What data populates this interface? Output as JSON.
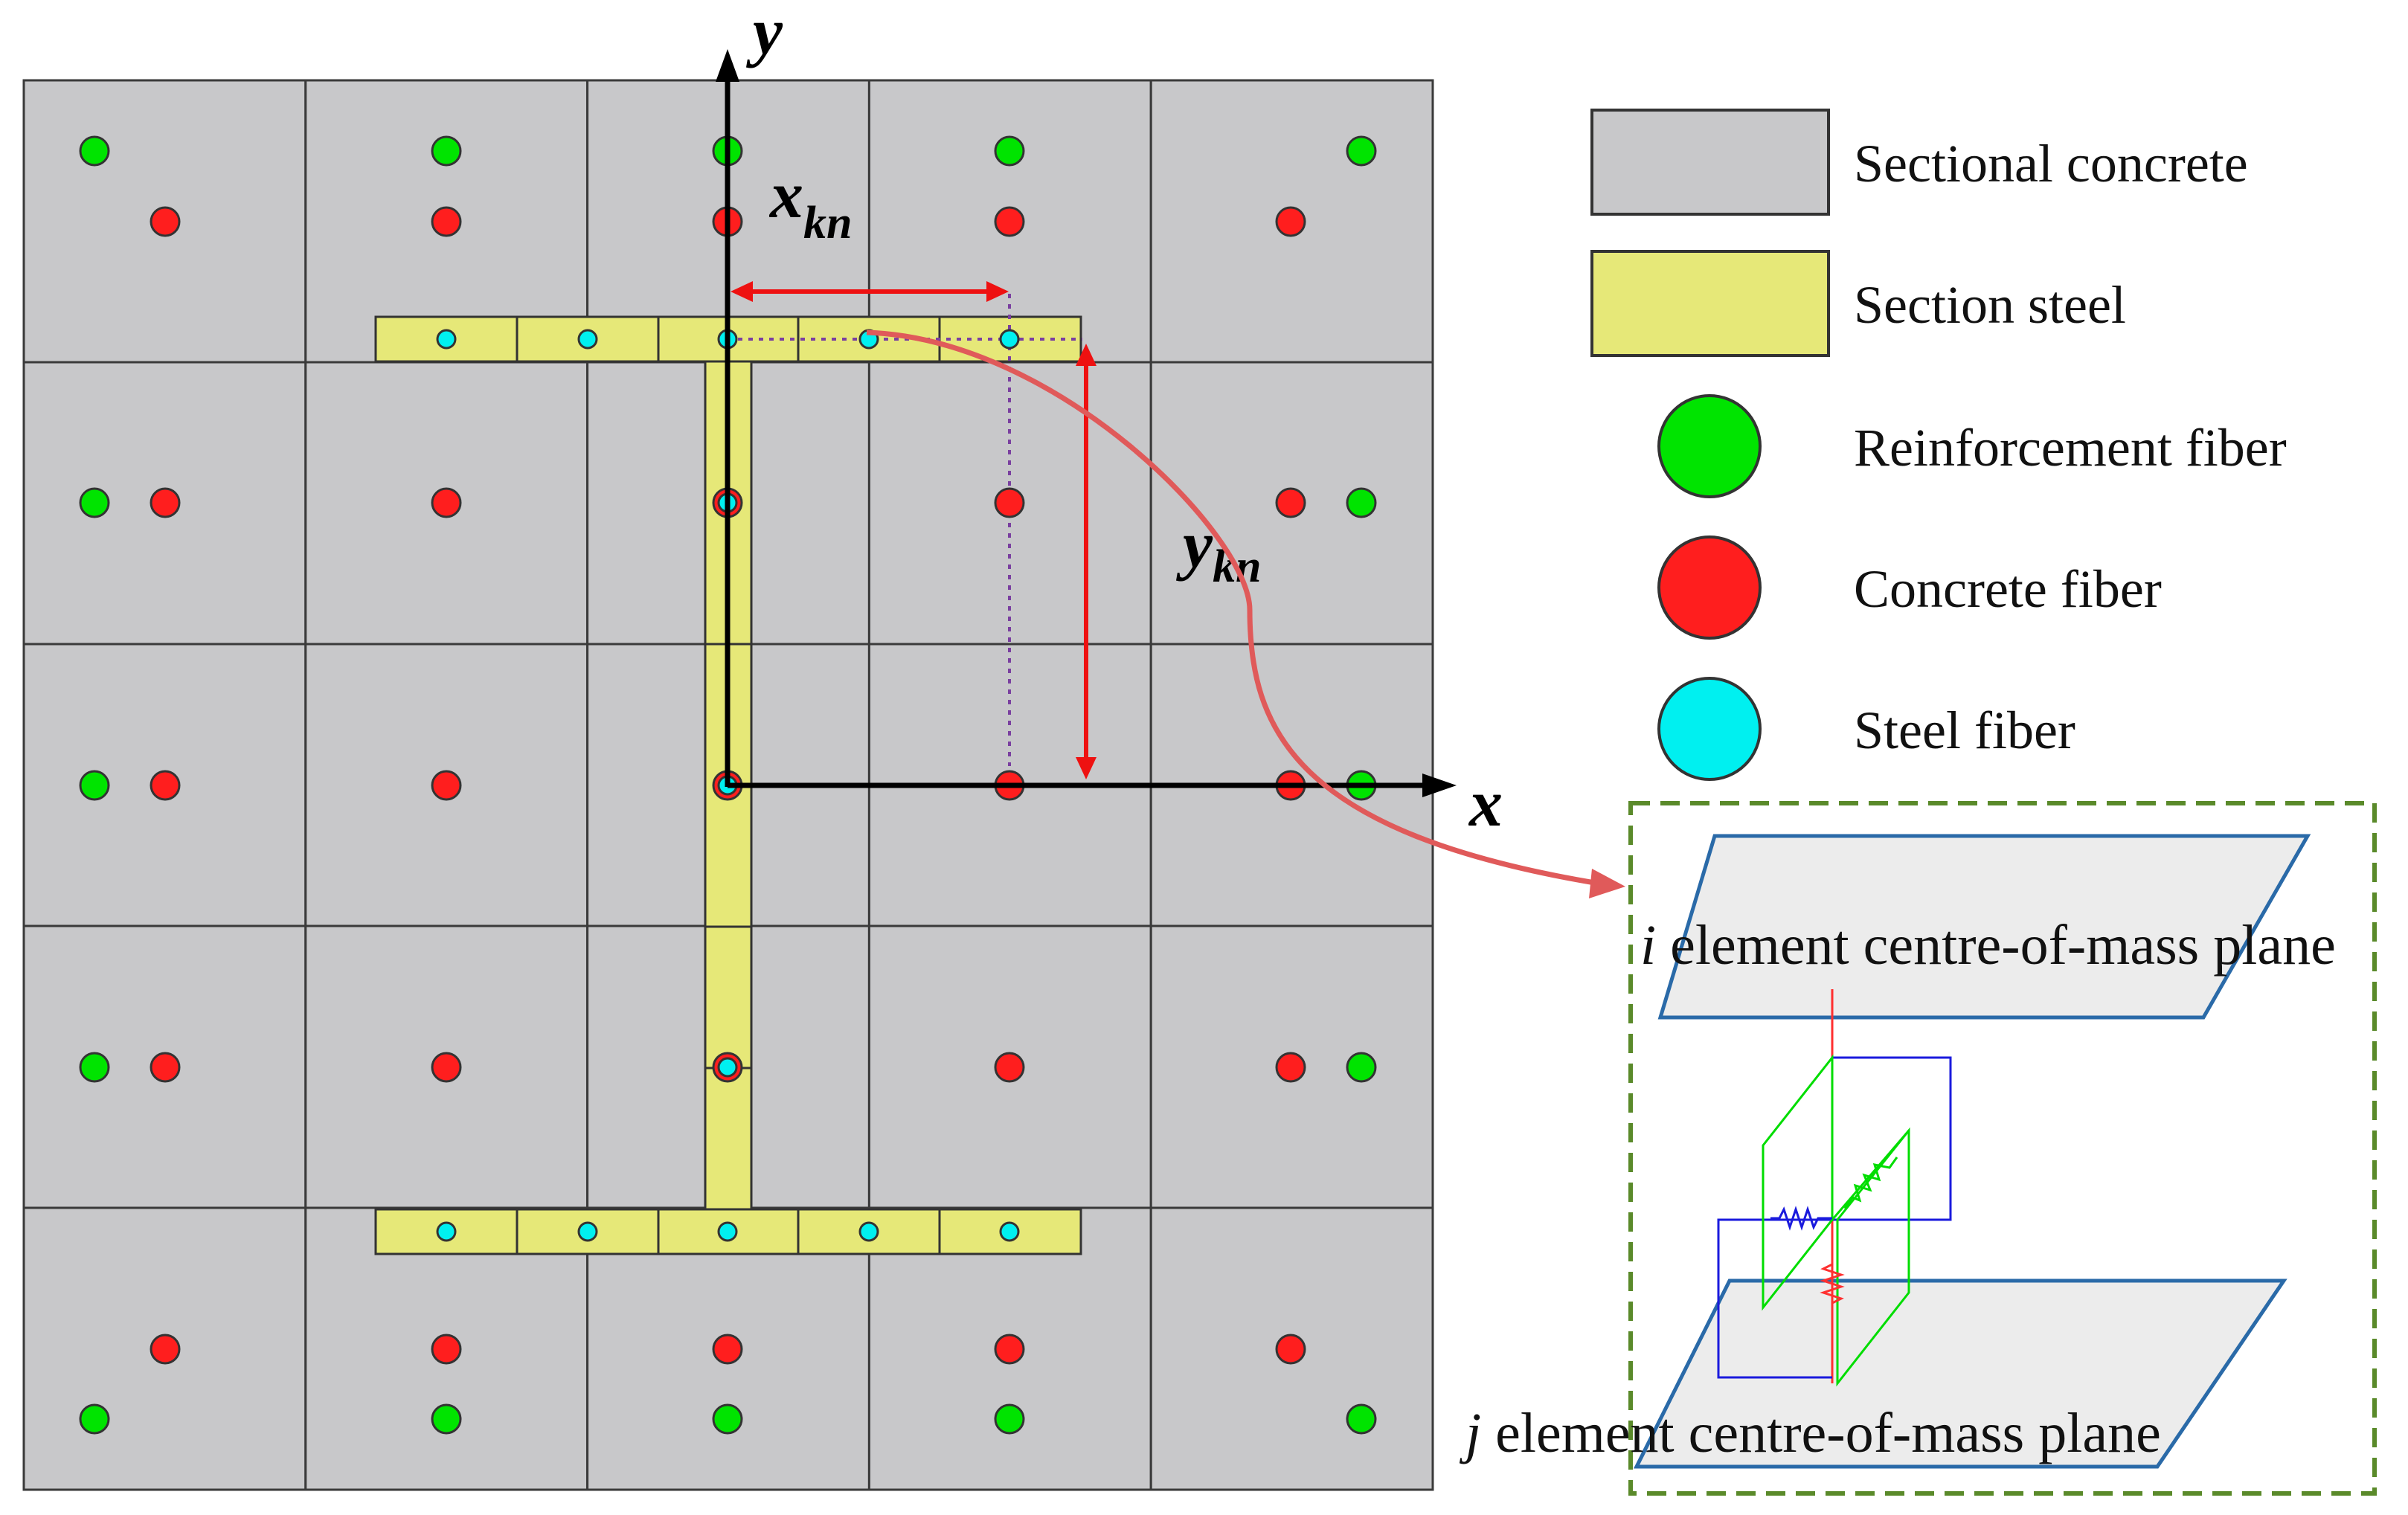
{
  "colors": {
    "concrete": "#c8c8ca",
    "steel_section": "#e6e878",
    "reinforcement_fiber": "#00e400",
    "concrete_fiber": "#ff1e1e",
    "steel_fiber": "#00f0f0",
    "grid_line": "#3a3a3a",
    "dimension": "#ee1111",
    "curve": "#e05a5a",
    "dotted_guide": "#7a3fa0",
    "inset_border": "#5a8a2a",
    "plane_edge": "#2a6aa8",
    "spring_green": "#00dd00",
    "spring_blue": "#1a1add",
    "spring_red": "#ff3030"
  },
  "axes": {
    "x": "x",
    "y": "y"
  },
  "dimensions": {
    "x_main": "x",
    "x_sub": "kn",
    "y_main": "y",
    "y_sub": "kn"
  },
  "legend": {
    "items": [
      {
        "swatch": "rect",
        "color_key": "concrete",
        "label": "Sectional concrete"
      },
      {
        "swatch": "rect",
        "color_key": "steel_section",
        "label": "Section steel"
      },
      {
        "swatch": "circle",
        "color_key": "reinforcement_fiber",
        "label": "Reinforcement fiber"
      },
      {
        "swatch": "circle",
        "color_key": "concrete_fiber",
        "label": "Concrete fiber"
      },
      {
        "swatch": "circle",
        "color_key": "steel_fiber",
        "label": "Steel fiber"
      }
    ]
  },
  "inset": {
    "top_plane_prefix": "i",
    "top_plane_label": " element centre-of-mass plane",
    "bottom_plane_prefix": "j",
    "bottom_plane_label": " element centre-of-mass plane"
  }
}
